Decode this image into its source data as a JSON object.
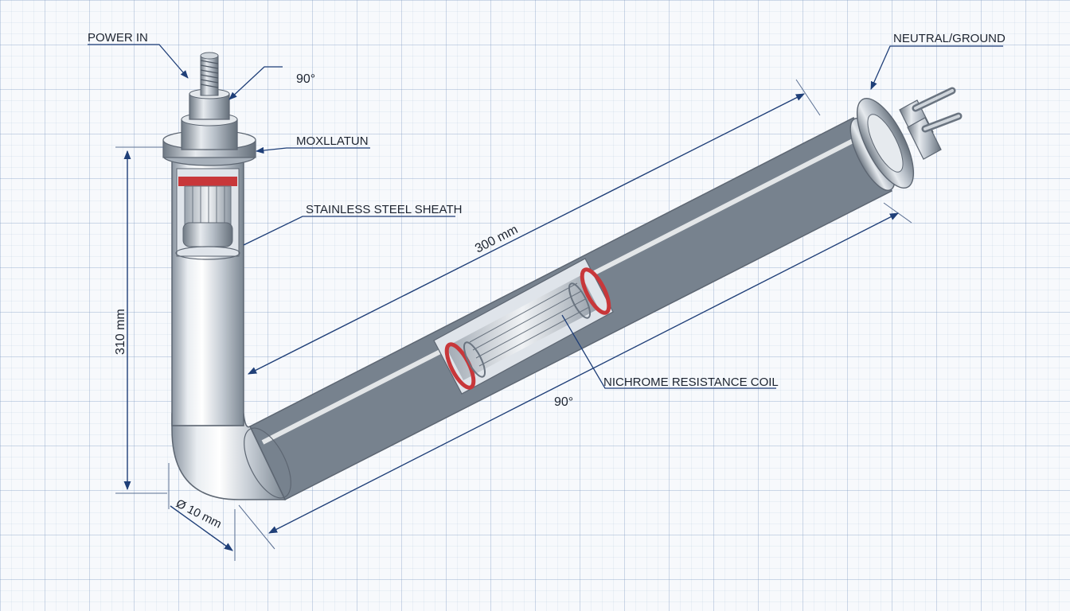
{
  "labels": {
    "power_in": "POWER IN",
    "neutral_ground": "NEUTRAL/GROUND",
    "angle_top": "90°",
    "insulation": "MOXLLATUN",
    "sheath": "STAINLESS STEEL SHEATH",
    "length_horizontal": "300 mm",
    "length_vertical": "310 mm",
    "coil": "NICHROME RESISTANCE COIL",
    "angle_bottom": "90°",
    "diameter": "Ø 10 mm"
  },
  "colors": {
    "dimension_line": "#1f3f78",
    "steel_light": "#f4f6f8",
    "steel_dark": "#8e98a4",
    "insulation_red": "#c8373a",
    "grid": "#7896be"
  }
}
